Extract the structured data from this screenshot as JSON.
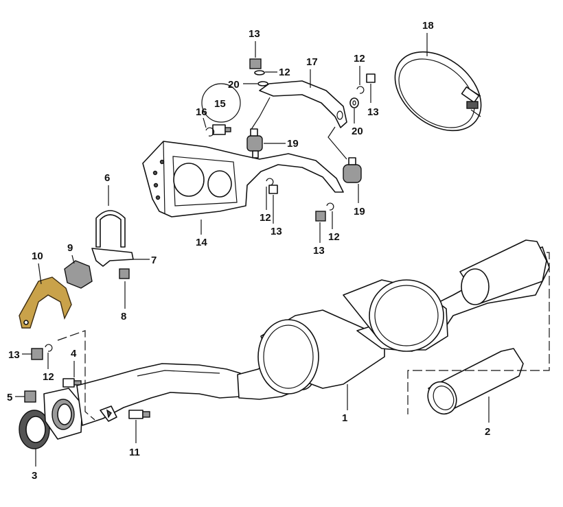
{
  "callouts": {
    "c1": "1",
    "c2": "2",
    "c3": "3",
    "c4": "4",
    "c5": "5",
    "c6": "6",
    "c7": "7",
    "c8": "8",
    "c9": "9",
    "c10": "10",
    "c11": "11",
    "c12a": "12",
    "c12b": "12",
    "c12c": "12",
    "c12d": "12",
    "c12e": "12",
    "c13a": "13",
    "c13b": "13",
    "c13c": "13",
    "c13d": "13",
    "c13e": "13",
    "c14": "14",
    "c15": "15",
    "c16": "16",
    "c17": "17",
    "c18": "18",
    "c19a": "19",
    "c19b": "19",
    "c20a": "20",
    "c20b": "20"
  },
  "colors": {
    "line": "#111111",
    "shade": "#9a9a9a",
    "bracket": "#c9a24a",
    "background": "#ffffff"
  }
}
